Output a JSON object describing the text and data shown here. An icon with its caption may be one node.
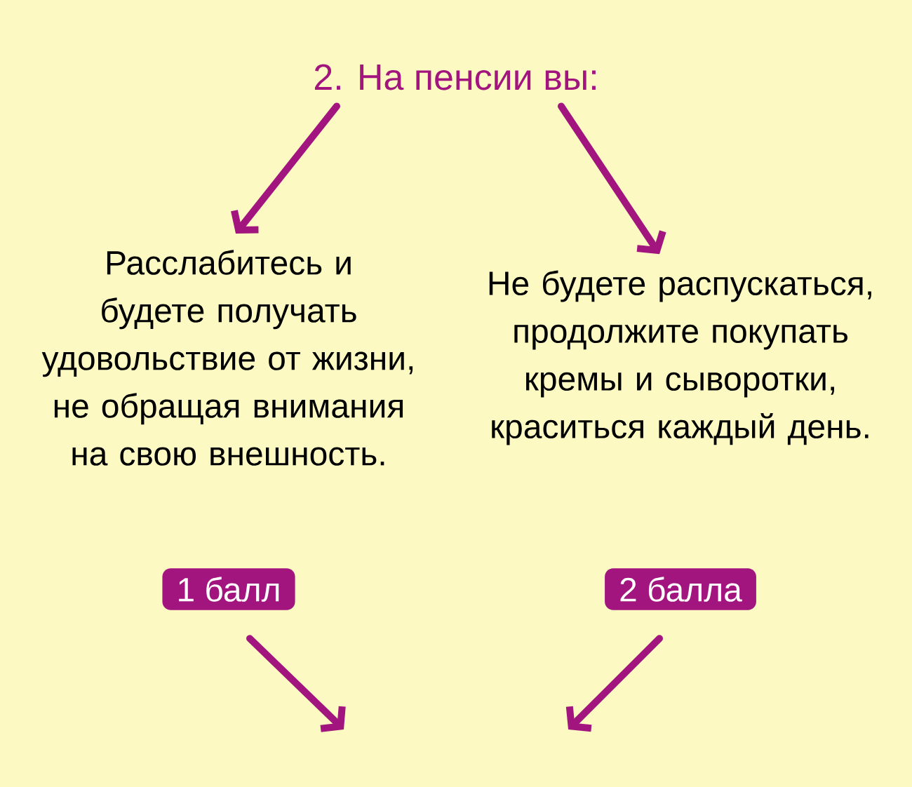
{
  "diagram": {
    "nodes": [
      {
        "text": [
          "2. На пенсии вы:"
        ]
      },
      {
        "text": [
          "Расслабитесь и будете получать удовольствие от жизни, не обращая внимания на свою внешность."
        ]
      },
      {
        "text": [
          "Не будете распускаться, продолжите покупать кремы и сыворотки, краситься каждый день."
        ]
      },
      {
        "text": [
          "1 балл"
        ]
      },
      {
        "text": [
          "2 балла"
        ]
      }
    ],
    "edges": [
      {
        "from": 0,
        "to": 1,
        "arrow": "to"
      },
      {
        "from": 0,
        "to": 2,
        "arrow": "to"
      },
      {
        "from": 3,
        "to": null,
        "arrow": "to"
      },
      {
        "from": 4,
        "to": null,
        "arrow": "to"
      }
    ]
  }
}
